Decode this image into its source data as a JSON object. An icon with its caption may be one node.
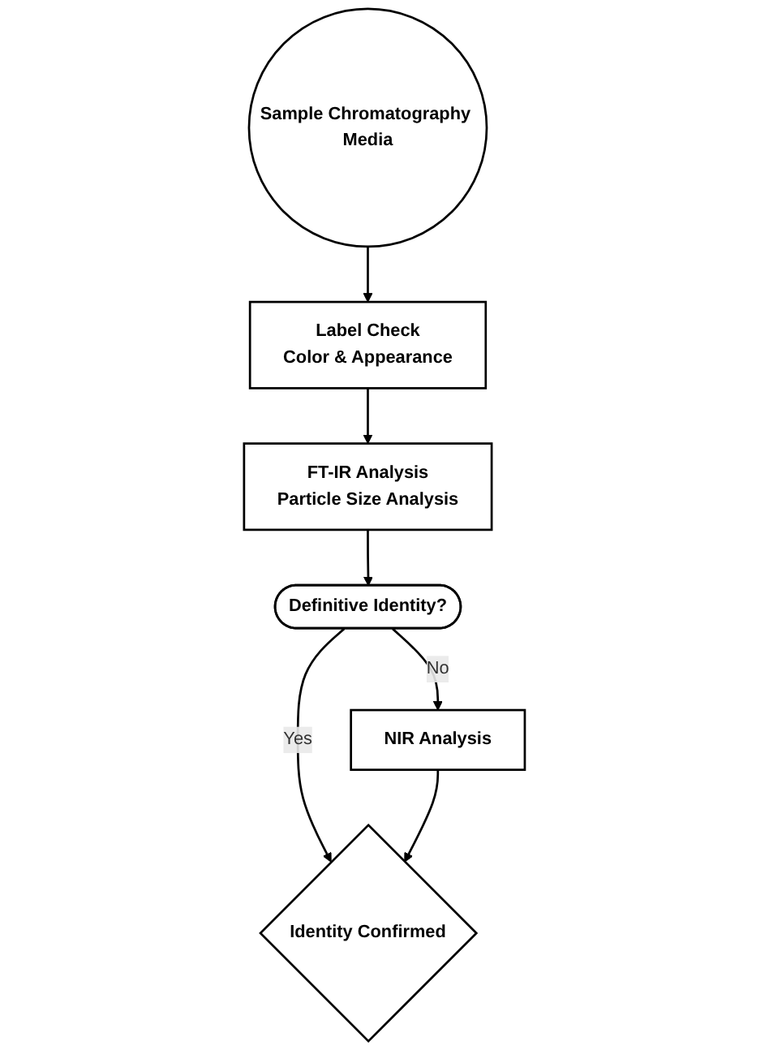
{
  "diagram": {
    "nodes": [
      {
        "text": [
          "Sample Chromatography Media"
        ]
      },
      {
        "text": [
          "Label Check",
          "Color & Appearance"
        ]
      },
      {
        "text": [
          "FT-IR Analysis",
          "Particle Size Analysis"
        ]
      },
      {
        "text": [
          "Definitive Identity?"
        ]
      },
      {
        "text": [
          "NIR Analysis"
        ]
      },
      {
        "text": [
          "Identity Confirmed"
        ]
      }
    ],
    "edges": [
      {
        "from": 0,
        "to": 1,
        "arrow": "to"
      },
      {
        "from": 1,
        "to": 2,
        "arrow": "to"
      },
      {
        "from": 2,
        "to": 3,
        "arrow": "to"
      },
      {
        "from": 3,
        "to": 4,
        "arrow": "to",
        "label": "No"
      },
      {
        "from": 3,
        "to": 5,
        "arrow": "to",
        "label": "Yes"
      },
      {
        "from": 4,
        "to": 5,
        "arrow": "to"
      }
    ]
  }
}
